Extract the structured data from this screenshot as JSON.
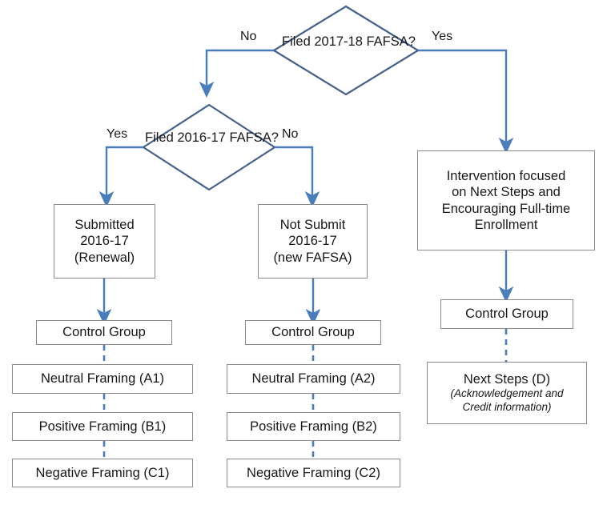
{
  "diagram": {
    "type": "flowchart",
    "title": "FAFSA filing decision flow with intervention arms",
    "colors": {
      "connector_blue": "#4A7EBB",
      "diamond_border": "#44618C",
      "box_border": "#8A8A8A",
      "text": "#17181A",
      "background": "#FFFFFF"
    },
    "decisions": [
      {
        "id": "d1",
        "line1": "Filed 2017-18",
        "line2": "FAFSA?",
        "no_label": "No",
        "yes_label": "Yes"
      },
      {
        "id": "d2",
        "line1": "Filed 2016-17",
        "line2": "FAFSA?",
        "yes_label": "Yes",
        "no_label": "No"
      }
    ],
    "branches": {
      "left": {
        "outcome_box": {
          "line1": "Submitted",
          "line2": "2016-17",
          "line3": "(Renewal)"
        },
        "control_group": "Control Group",
        "arms": [
          "Neutral Framing (A1)",
          "Positive Framing (B1)",
          "Negative Framing (C1)"
        ]
      },
      "middle": {
        "outcome_box": {
          "line1": "Not Submit",
          "line2": "2016-17",
          "line3": "(new FAFSA)"
        },
        "control_group": "Control Group",
        "arms": [
          "Neutral Framing (A2)",
          "Positive Framing (B2)",
          "Negative Framing (C2)"
        ]
      },
      "right": {
        "intervention_box": {
          "line1": "Intervention focused",
          "line2": "on Next Steps and",
          "line3": "Encouraging Full-time",
          "line4": "Enrollment"
        },
        "control_group": "Control Group",
        "arm": {
          "title": "Next Steps (D)",
          "sub_line1": "(Acknowledgement and",
          "sub_line2": "Credit information)"
        }
      }
    }
  }
}
